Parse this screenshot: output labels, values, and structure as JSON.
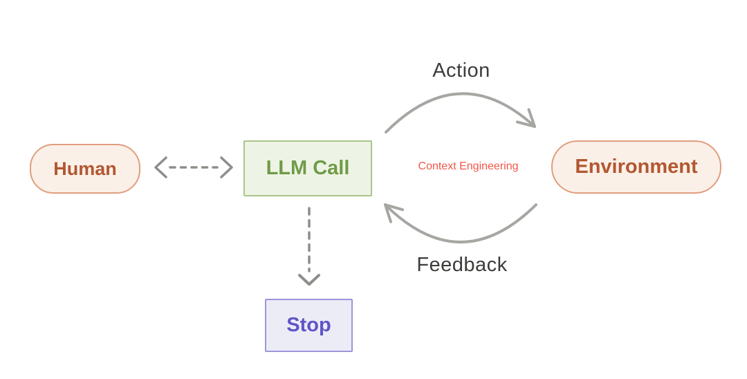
{
  "diagram": {
    "nodes": {
      "human": {
        "label": "Human"
      },
      "llm_call": {
        "label": "LLM Call"
      },
      "environment": {
        "label": "Environment"
      },
      "stop": {
        "label": "Stop"
      }
    },
    "labels": {
      "action": "Action",
      "feedback": "Feedback",
      "context_engineering": "Context Engineering"
    },
    "colors": {
      "peach_fill": "#fbf0e8",
      "peach_border": "#e09d7e",
      "peach_text": "#b25731",
      "green_fill": "#eef4e5",
      "green_border": "#aac58a",
      "green_text": "#6f9b48",
      "purple_fill": "#ececf7",
      "purple_border": "#9b95d9",
      "purple_text": "#6054c8",
      "arrow_gray": "#a6a6a2",
      "dashed_arrow_gray": "#8d8d89",
      "edge_label_text": "#3c3c3a",
      "accent_red": "#f2564a"
    }
  }
}
